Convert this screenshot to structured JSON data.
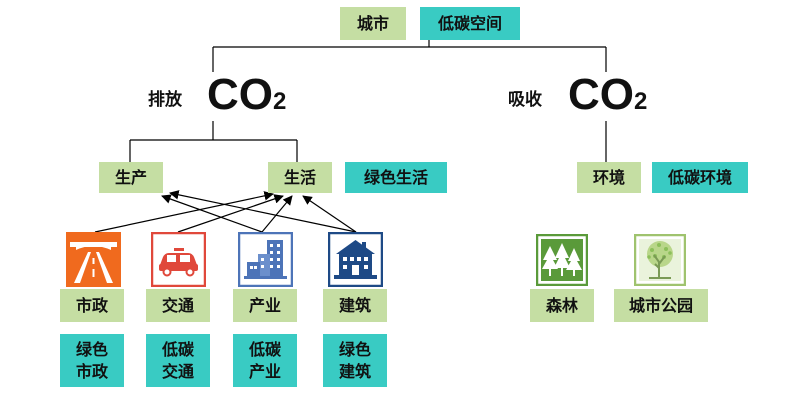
{
  "top": {
    "city": "城市",
    "low_carbon_space": "低碳空间"
  },
  "emission": {
    "label": "排放",
    "co2_main": "CO",
    "co2_sub": "2"
  },
  "absorption": {
    "label": "吸收",
    "co2_main": "CO",
    "co2_sub": "2"
  },
  "production": "生产",
  "living": "生活",
  "green_living": "绿色生活",
  "environment": "环境",
  "low_carbon_environment": "低碳环境",
  "sectors": [
    {
      "name": "市政",
      "icon": "road-icon",
      "strategy_line1": "绿色",
      "strategy_line2": "市政"
    },
    {
      "name": "交通",
      "icon": "car-icon",
      "strategy_line1": "低碳",
      "strategy_line2": "交通"
    },
    {
      "name": "产业",
      "icon": "factory-icon",
      "strategy_line1": "低碳",
      "strategy_line2": "产业"
    },
    {
      "name": "建筑",
      "icon": "building-icon",
      "strategy_line1": "绿色",
      "strategy_line2": "建筑"
    }
  ],
  "sinks": [
    {
      "name": "森林",
      "icon": "forest-icon"
    },
    {
      "name": "城市公园",
      "icon": "park-tree-icon"
    }
  ],
  "colors": {
    "green": "#c5dea3",
    "teal": "#39cbc3",
    "icon_orange": "#f06a1e",
    "icon_red": "#e0483b",
    "icon_blue": "#4d74b8",
    "icon_navy": "#1e4a86",
    "icon_green": "#5a9a3a",
    "icon_lightgreen": "#b9d68a"
  }
}
